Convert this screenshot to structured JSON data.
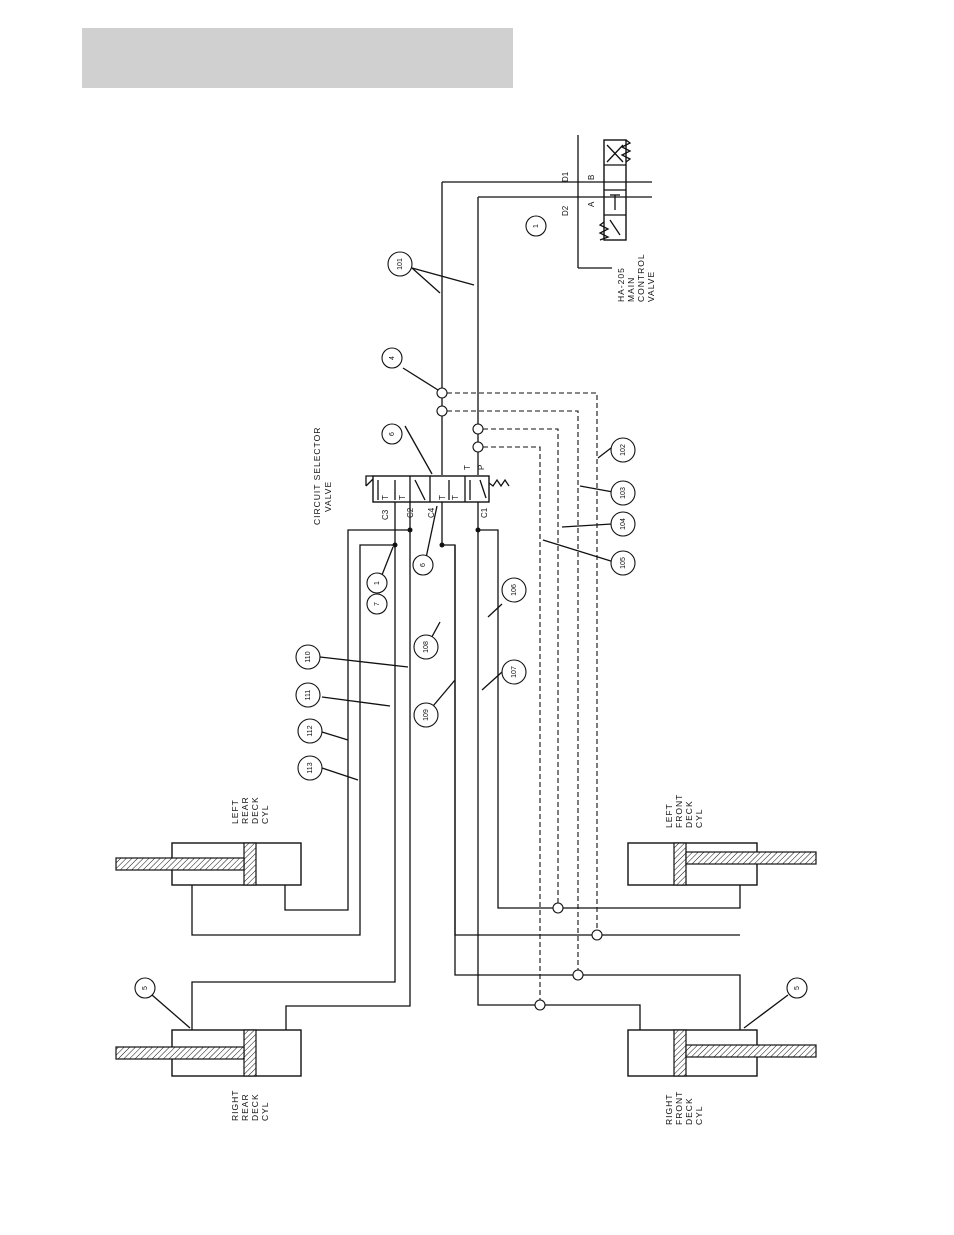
{
  "header": {
    "title": ""
  },
  "labels": {
    "circuit_selector": [
      "CIRCUIT SELECTOR",
      "VALVE"
    ],
    "main_valve": [
      "HA-205",
      "MAIN",
      "CONTROL",
      "VALVE"
    ],
    "left_rear": [
      "LEFT",
      "REAR",
      "DECK",
      "CYL"
    ],
    "right_rear": [
      "RIGHT",
      "REAR",
      "DECK",
      "CYL"
    ],
    "left_front": [
      "LEFT",
      "FRONT",
      "DECK",
      "CYL"
    ],
    "right_front": [
      "RIGHT",
      "FRONT",
      "DECK",
      "CYL"
    ]
  },
  "ports": {
    "d1": "D1",
    "d2": "D2",
    "a": "A",
    "b": "B",
    "c1": "C1",
    "c2": "C2",
    "c3": "C3",
    "c4": "C4",
    "t": "T",
    "p": "P"
  },
  "callouts": [
    "1",
    "4",
    "5",
    "6",
    "6",
    "1",
    "7",
    "101",
    "102",
    "103",
    "104",
    "105",
    "106",
    "107",
    "108",
    "109",
    "110",
    "111",
    "112",
    "113",
    "5"
  ]
}
